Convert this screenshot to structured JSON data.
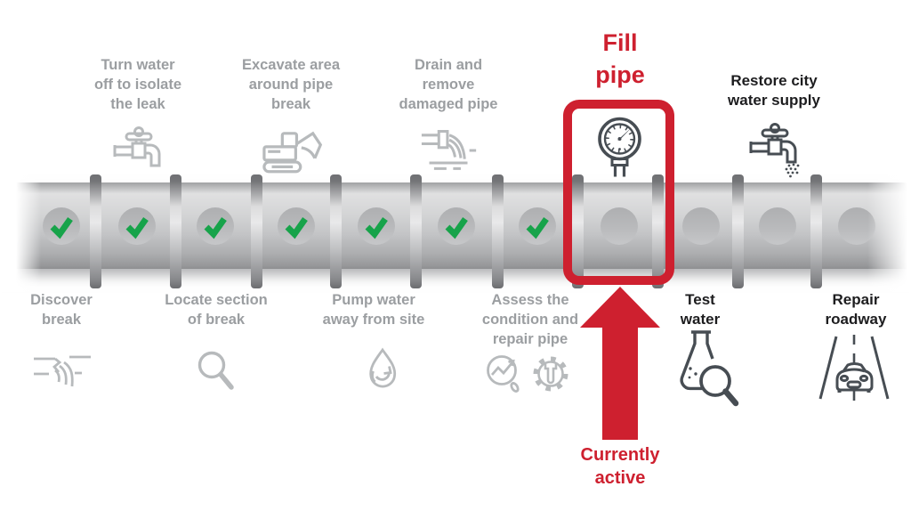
{
  "figure": {
    "kind": "water-main-repair-process-pipeline",
    "active_step_label": "Fill\npipe",
    "callout_label": "Currently\nactive"
  },
  "colors": {
    "active_red": "#ce202f",
    "completed_text_gray": "#9b9ea1",
    "completed_icon_gray": "#b7babc",
    "upcoming_text_black": "#1d1d1f",
    "upcoming_icon_dark": "#474d53",
    "check_green": "#17a34a",
    "pipe_gray": "#c4c5c7"
  },
  "pipe": {
    "segments": 11,
    "completed_segments": 7
  },
  "steps": [
    {
      "label": "Discover\nbreak",
      "status": "done",
      "side": "bottom",
      "icon": "broken-pipe-leak-icon"
    },
    {
      "label": "Turn water\noff to isolate\nthe leak",
      "status": "done",
      "side": "top",
      "icon": "faucet-icon"
    },
    {
      "label": "Locate section\nof break",
      "status": "done",
      "side": "bottom",
      "icon": "magnifier-icon"
    },
    {
      "label": "Excavate area\naround pipe\nbreak",
      "status": "done",
      "side": "top",
      "icon": "excavator-icon"
    },
    {
      "label": "Pump water\naway from site",
      "status": "done",
      "side": "bottom",
      "icon": "water-drop-pump-icon"
    },
    {
      "label": "Drain and\nremove\ndamaged pipe",
      "status": "done",
      "side": "top",
      "icon": "drain-pipe-icon"
    },
    {
      "label": "Assess the\ncondition and\nrepair pipe",
      "status": "done",
      "side": "bottom",
      "icon": "assess-repair-icon"
    },
    {
      "label": "Fill\npipe",
      "status": "active",
      "side": "top",
      "icon": "pressure-gauge-icon"
    },
    {
      "label": "Test\nwater",
      "status": "upcoming",
      "side": "bottom",
      "icon": "flask-magnifier-icon"
    },
    {
      "label": "Restore city\nwater supply",
      "status": "upcoming",
      "side": "top",
      "icon": "faucet-spray-icon"
    },
    {
      "label": "Repair\nroadway",
      "status": "upcoming",
      "side": "bottom",
      "icon": "car-road-icon"
    }
  ]
}
